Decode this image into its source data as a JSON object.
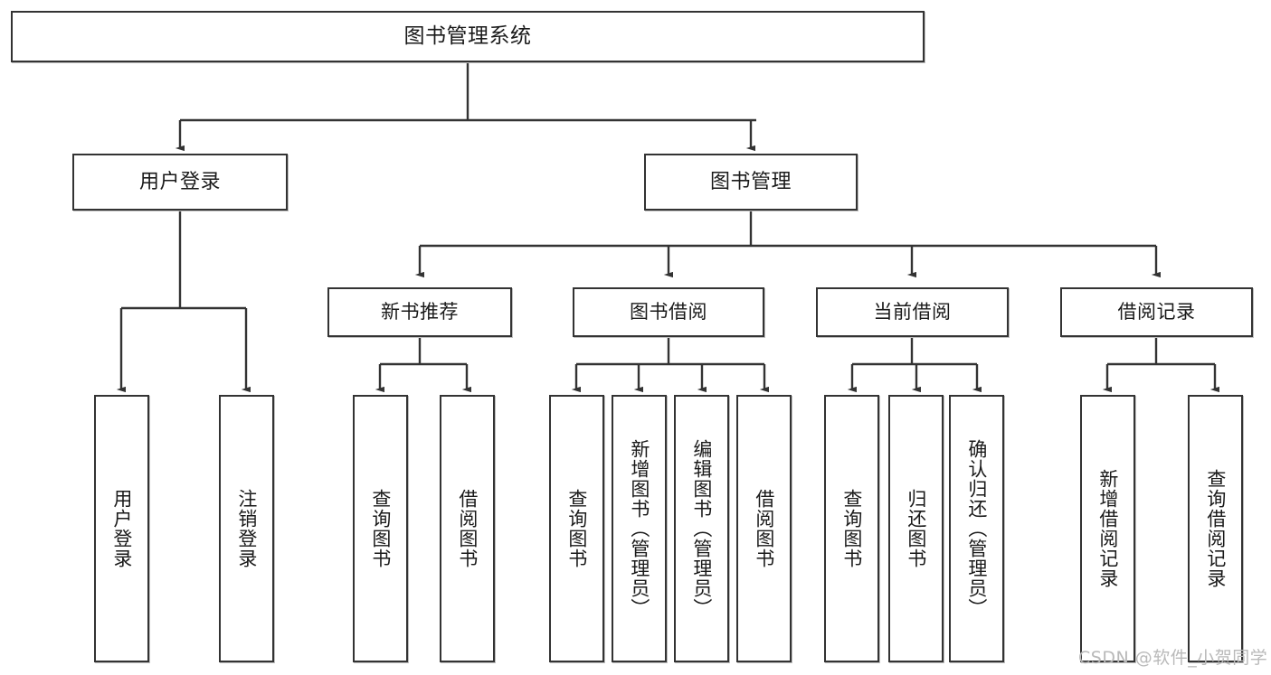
{
  "diagram": {
    "type": "tree-hierarchy-chart",
    "title": "图书管理系统",
    "line_color": "#333333",
    "box_fill": "#ffffff",
    "text_color": "#1a1a1a",
    "background": "#ffffff"
  },
  "nodes": {
    "root": {
      "label": "图书管理系统"
    },
    "level2": [
      {
        "label": "用户登录"
      },
      {
        "label": "图书管理"
      }
    ],
    "level3": [
      {
        "label": "新书推荐"
      },
      {
        "label": "图书借阅"
      },
      {
        "label": "当前借阅"
      },
      {
        "label": "借阅记录"
      }
    ],
    "leaves": {
      "user_login": [
        {
          "label": "用户登录"
        },
        {
          "label": "注销登录"
        }
      ],
      "new_book_recommend": [
        {
          "label": "查询图书"
        },
        {
          "label": "借阅图书"
        }
      ],
      "book_borrow": [
        {
          "label": "查询图书"
        },
        {
          "label": "新增图书（管理员）"
        },
        {
          "label": "编辑图书（管理员）"
        },
        {
          "label": "借阅图书"
        }
      ],
      "current_borrow": [
        {
          "label": "查询图书"
        },
        {
          "label": "归还图书"
        },
        {
          "label": "确认归还（管理员）"
        }
      ],
      "borrow_record": [
        {
          "label": "新增借阅记录"
        },
        {
          "label": "查询借阅记录"
        }
      ]
    }
  },
  "watermark": {
    "text": "CSDN @软件_小贺同学"
  }
}
